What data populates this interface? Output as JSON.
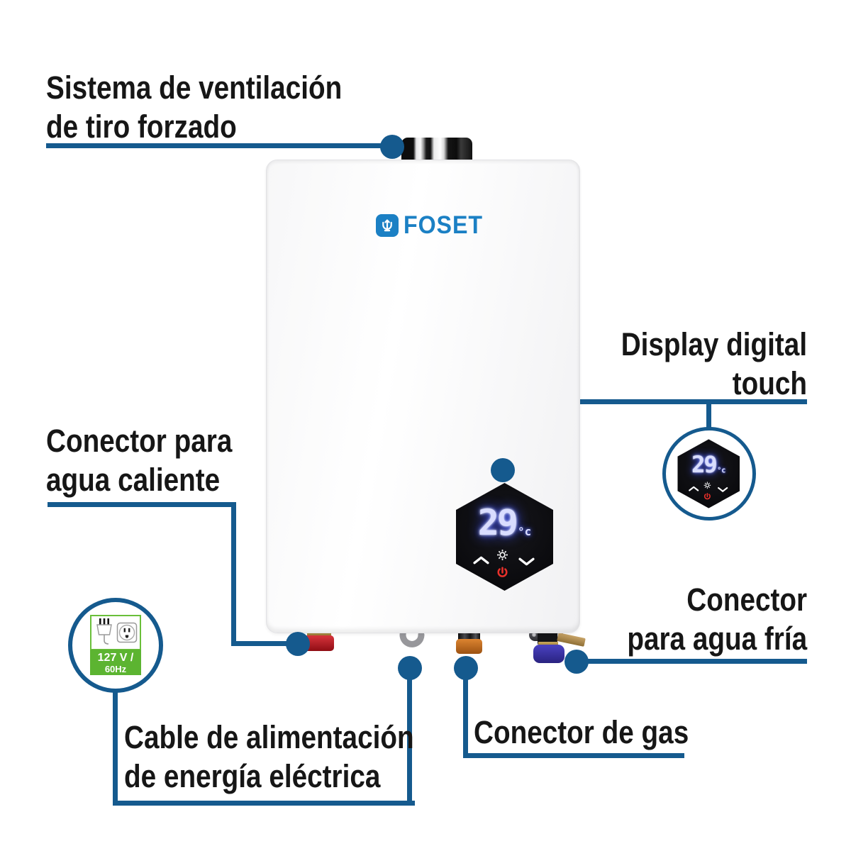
{
  "brand": {
    "name": "FOSET"
  },
  "display": {
    "temperature": "29",
    "unit": "°c"
  },
  "callouts": {
    "vent": {
      "line1": "Sistema de ventilación",
      "line2": "de tiro forzado"
    },
    "display": {
      "line1": "Display digital",
      "line2": "touch"
    },
    "hot": {
      "line1": "Conector para",
      "line2": "agua caliente"
    },
    "cold": {
      "line1": "Conector",
      "line2": "para agua fría"
    },
    "gas": {
      "line1": "Conector de gas"
    },
    "cable": {
      "line1": "Cable de alimentación",
      "line2": "de energía eléctrica"
    }
  },
  "badge": {
    "voltage": "127 V /",
    "frequency": "60Hz"
  },
  "icons": [
    "trident-icon",
    "gear-icon",
    "chevron-up-icon",
    "chevron-down-icon",
    "power-icon",
    "plug-icon",
    "outlet-icon",
    "vent-pipe",
    "power-cord-hook"
  ],
  "colors": {
    "callout_blue": "#155a8e",
    "brand_blue": "#1b80c4",
    "badge_green": "#5cb431",
    "display_glow_blue": "#3a4cff",
    "power_red": "#e8302a",
    "hot_connector_red": "#c11a24",
    "gas_connector_orange": "#cd7321",
    "cold_connector_blue": "#3c33a6"
  }
}
